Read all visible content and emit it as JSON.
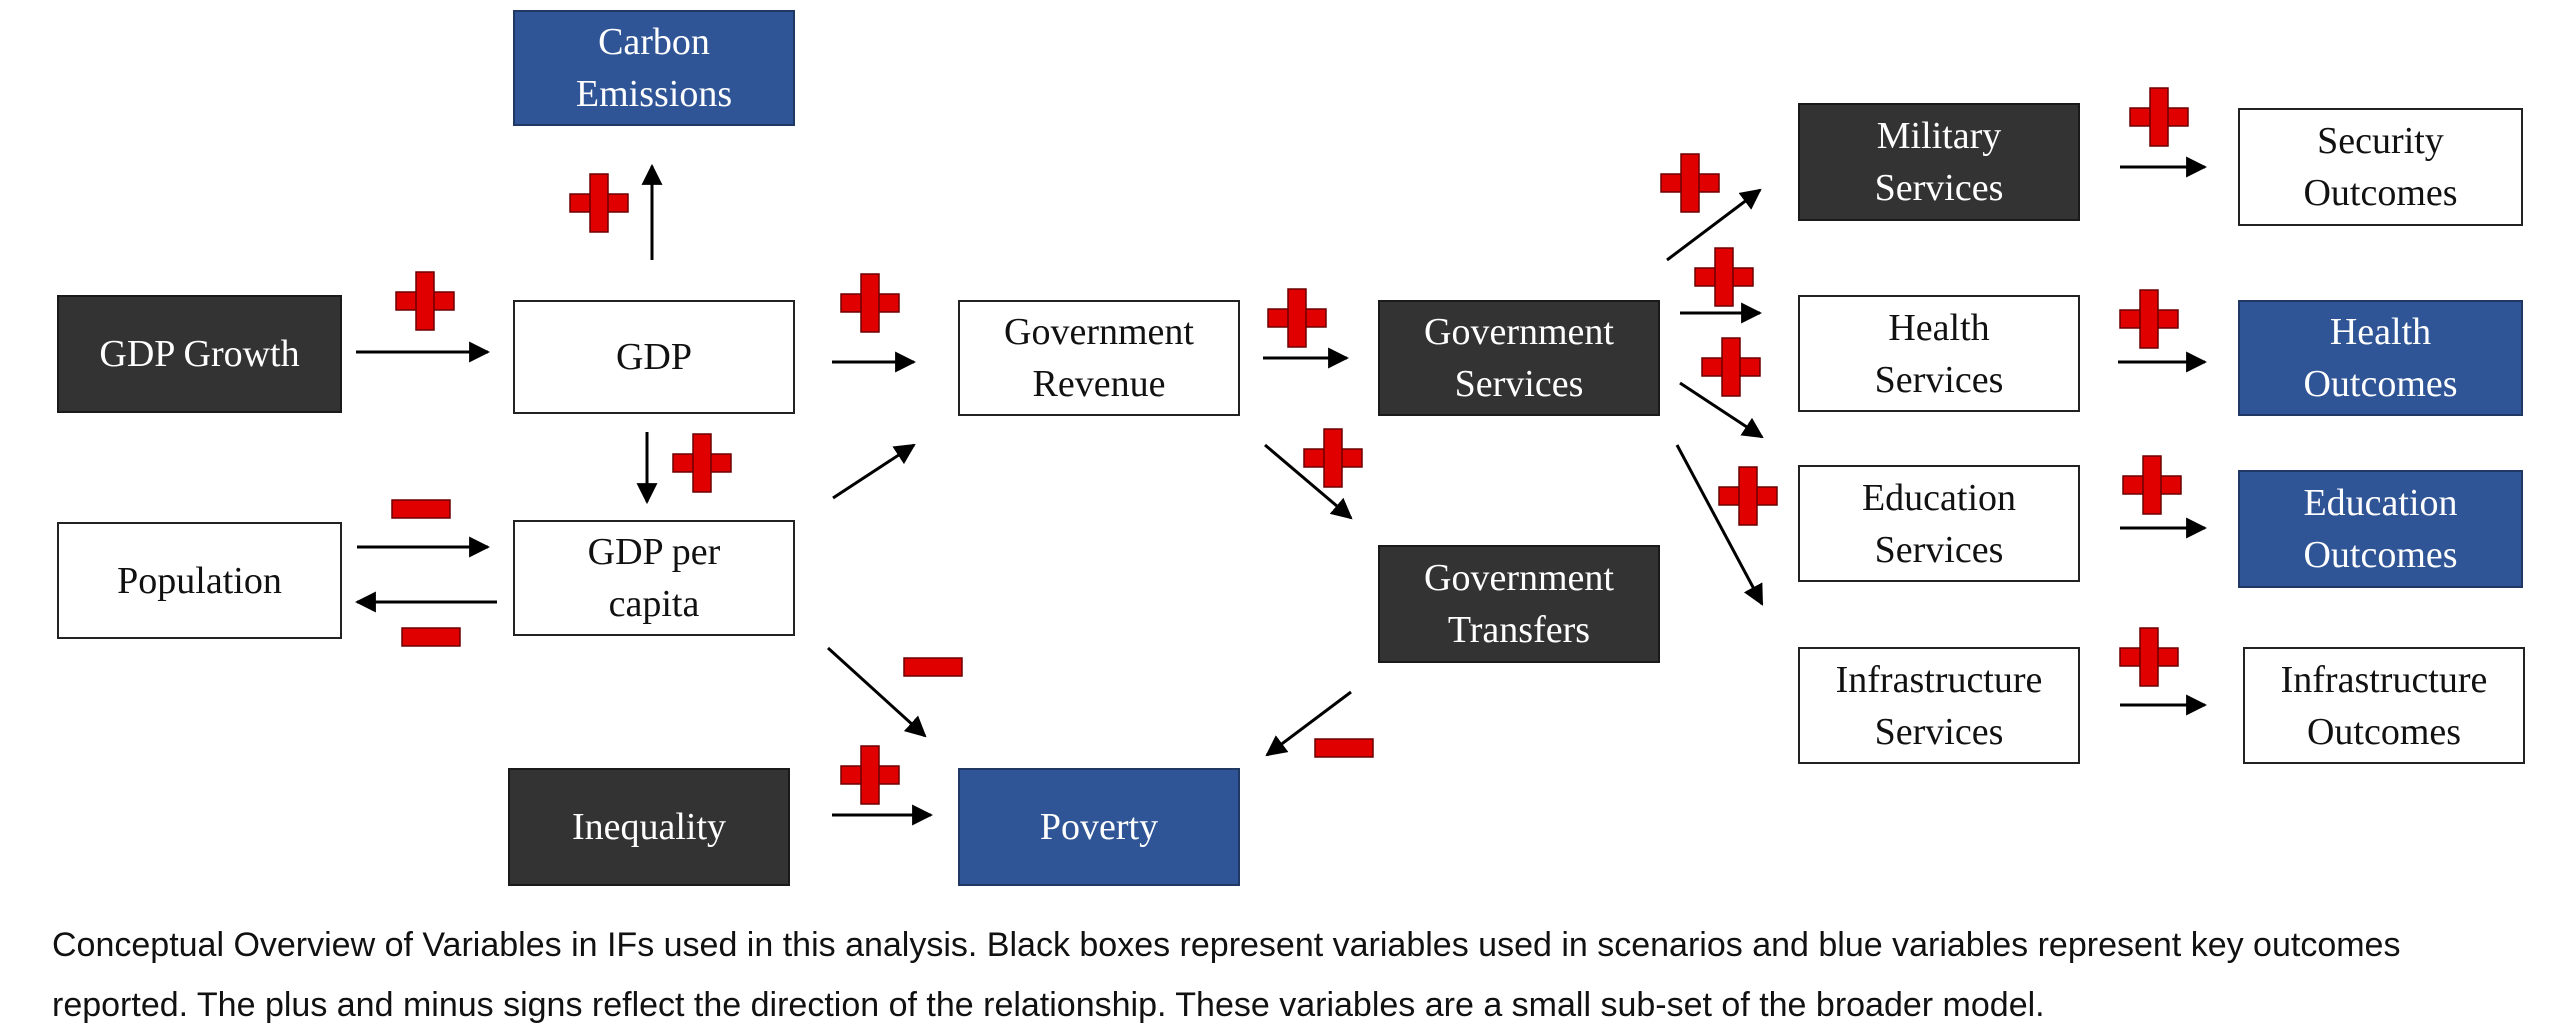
{
  "nodes": {
    "carbon_emissions": {
      "line1": "Carbon",
      "line2": "Emissions"
    },
    "gdp_growth": {
      "line1": "GDP Growth"
    },
    "gdp": {
      "line1": "GDP"
    },
    "gdp_per_capita": {
      "line1": "GDP per",
      "line2": "capita"
    },
    "population": {
      "line1": "Population"
    },
    "inequality": {
      "line1": "Inequality"
    },
    "poverty": {
      "line1": "Poverty"
    },
    "government_revenue": {
      "line1": "Government",
      "line2": "Revenue"
    },
    "government_services": {
      "line1": "Government",
      "line2": "Services"
    },
    "government_transfers": {
      "line1": "Government",
      "line2": "Transfers"
    },
    "military_services": {
      "line1": "Military",
      "line2": "Services"
    },
    "health_services": {
      "line1": "Health",
      "line2": "Services"
    },
    "education_services": {
      "line1": "Education",
      "line2": "Services"
    },
    "infrastructure_services": {
      "line1": "Infrastructure",
      "line2": "Services"
    },
    "security_outcomes": {
      "line1": "Security",
      "line2": "Outcomes"
    },
    "health_outcomes": {
      "line1": "Health",
      "line2": "Outcomes"
    },
    "education_outcomes": {
      "line1": "Education",
      "line2": "Outcomes"
    },
    "infrastructure_outcomes": {
      "line1": "Infrastructure",
      "line2": "Outcomes"
    }
  },
  "edges": [
    {
      "from": "GDP",
      "to": "Carbon Emissions",
      "sign": "+"
    },
    {
      "from": "GDP Growth",
      "to": "GDP",
      "sign": "+"
    },
    {
      "from": "GDP",
      "to": "Government Revenue",
      "sign": "+"
    },
    {
      "from": "GDP",
      "to": "GDP per capita",
      "sign": "+"
    },
    {
      "from": "Population",
      "to": "GDP per capita",
      "sign": "-"
    },
    {
      "from": "GDP per capita",
      "to": "Population",
      "sign": "-"
    },
    {
      "from": "GDP per capita",
      "to": "Government Revenue",
      "sign": ""
    },
    {
      "from": "GDP per capita",
      "to": "Poverty",
      "sign": "-"
    },
    {
      "from": "Inequality",
      "to": "Poverty",
      "sign": "+"
    },
    {
      "from": "Government Revenue",
      "to": "Government Services",
      "sign": "+"
    },
    {
      "from": "Government Revenue",
      "to": "Government Transfers",
      "sign": "+"
    },
    {
      "from": "Government Transfers",
      "to": "Poverty",
      "sign": "-"
    },
    {
      "from": "Government Services",
      "to": "Military Services",
      "sign": "+"
    },
    {
      "from": "Government Services",
      "to": "Health Services",
      "sign": "+"
    },
    {
      "from": "Government Services",
      "to": "Education Services",
      "sign": "+"
    },
    {
      "from": "Government Services",
      "to": "Infrastructure Services",
      "sign": "+"
    },
    {
      "from": "Military Services",
      "to": "Security Outcomes",
      "sign": "+"
    },
    {
      "from": "Health Services",
      "to": "Health Outcomes",
      "sign": "+"
    },
    {
      "from": "Education Services",
      "to": "Education Outcomes",
      "sign": "+"
    },
    {
      "from": "Infrastructure Services",
      "to": "Infrastructure Outcomes",
      "sign": "+"
    }
  ],
  "colors": {
    "scenario_box": "#333333",
    "outcome_box": "#2f5597",
    "plain_box": "#ffffff",
    "sign": "#e00000",
    "arrow": "#000000"
  },
  "caption": {
    "line1": "Conceptual Overview of Variables in IFs used in this analysis. Black boxes represent variables used in scenarios and blue variables represent key outcomes",
    "line2": "reported. The plus and minus signs reflect the direction of the relationship. These variables are a small sub-set of the broader model."
  }
}
